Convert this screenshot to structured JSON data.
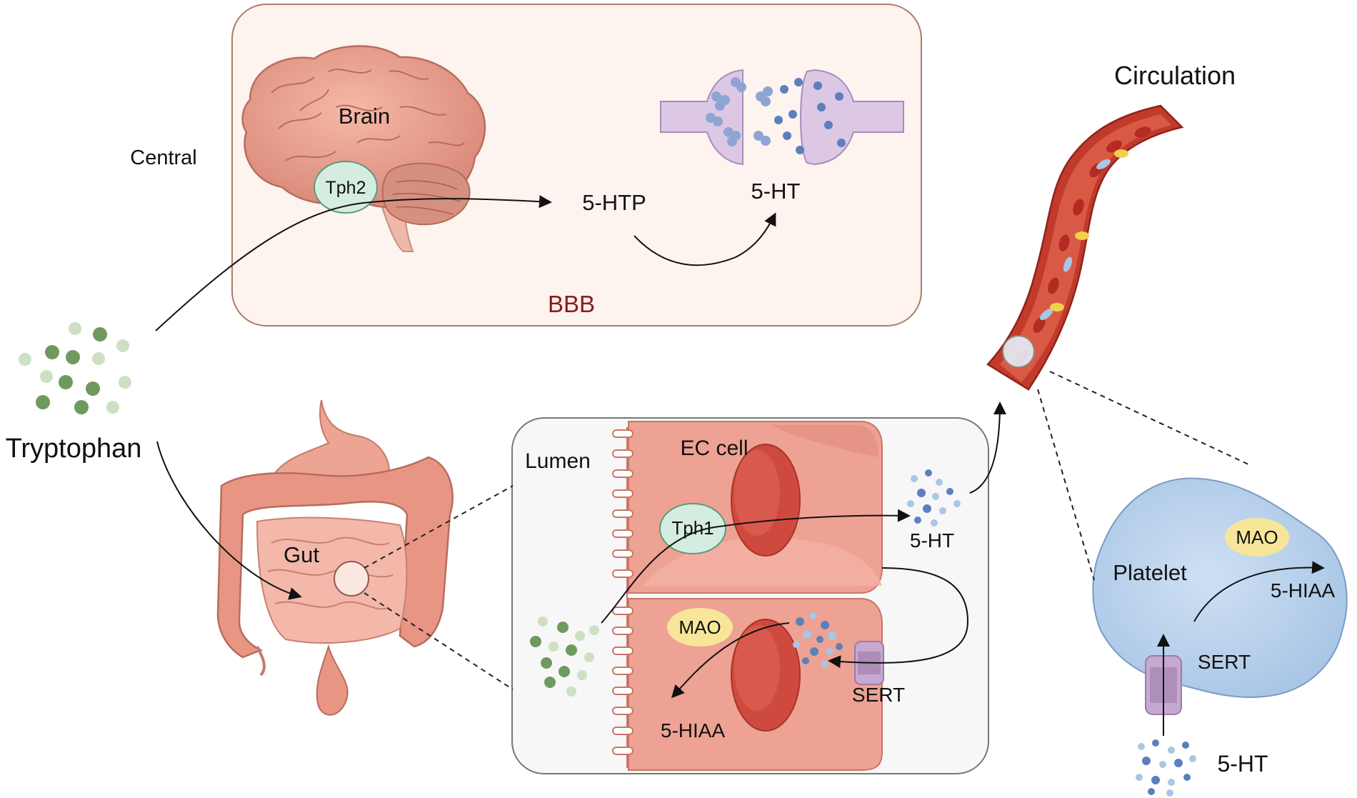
{
  "labels": {
    "central": "Central",
    "brain": "Brain",
    "tph2": "Tph2",
    "htp": "5-HTP",
    "ht_top": "5-HT",
    "bbb": "BBB",
    "tryptophan": "Tryptophan",
    "gut": "Gut",
    "lumen": "Lumen",
    "ec_cell": "EC cell",
    "tph1": "Tph1",
    "ht_ec": "5-HT",
    "mao_ec": "MAO",
    "sert_ec": "SERT",
    "hiaa_ec": "5-HIAA",
    "circulation": "Circulation",
    "platelet": "Platelet",
    "mao_platelet": "MAO",
    "hiaa_platelet": "5-HIAA",
    "sert_platelet": "SERT",
    "ht_bottom": "5-HT"
  },
  "colors": {
    "brain_panel_fill": "#fdf3ef",
    "brain_panel_stroke": "#b07a6a",
    "bbb_text": "#8b1a1a",
    "tph_fill": "#d5ede1",
    "tph_stroke": "#5a9a7a",
    "mao_fill": "#f7e69a",
    "ec_cell_fill": "#eea293",
    "nucleus": "#cf4a3e",
    "platelet_fill": "#bdd5ee",
    "vessel": "#c23a2c",
    "tryptophan_green": "#7ca86a",
    "serotonin_blue": "#6d8fc4"
  }
}
